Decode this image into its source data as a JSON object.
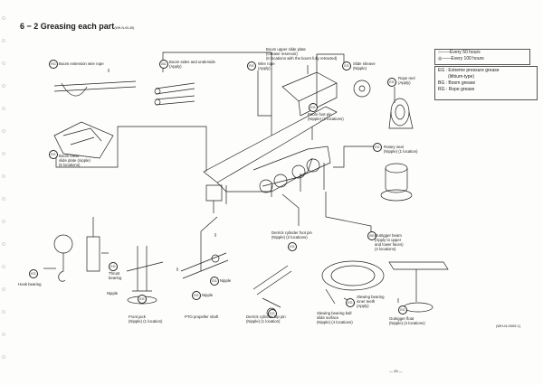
{
  "header": {
    "title": "6 − 2  Greasing each part",
    "subtitle": "(WH-N-00-45)"
  },
  "legend": {
    "schedule": [
      "○——Every 50 hours",
      "◎——Every 100 hours"
    ],
    "grease": [
      "EG : Extreme pressure grease",
      "        (lithium-type)",
      "BG : Boom grease",
      "RG : Rope grease"
    ]
  },
  "callouts": {
    "c1": {
      "tag": "RG",
      "text": "Boom extension wire rope"
    },
    "c2": {
      "tag": "BG",
      "text": "Boom sides and underside\n(Apply)"
    },
    "c3": {
      "tag": "",
      "text": "Boom upper slide plate\n(Grease reservoir)\n(6 locations with the boom fully retracted)"
    },
    "c4": {
      "tag": "RG",
      "text": "Wire rope\n(Apply)"
    },
    "c5": {
      "tag": "EG",
      "text": "Slide sheave\n(Nipple)"
    },
    "c6": {
      "tag": "EG",
      "text": "Rope reel\n(Apply)"
    },
    "c7": {
      "tag": "EG",
      "text": "Boom foot pin\n(Nipple) (2 locations)"
    },
    "c8": {
      "tag": "EG",
      "text": "Boom lower\nslide plate (nipple)\n(6 locations)"
    },
    "c9": {
      "tag": "EG",
      "text": "Rotary seal\n(Nipple) (1 location)"
    },
    "c10": {
      "tag": "EG",
      "text": "Derrick cylinder foot pin\n(Nipple) (2 locations)"
    },
    "c11": {
      "tag": "BG",
      "text": "Outrigger beam\n(Apply to upper\nand lower faces)\n(4 locations)"
    },
    "c12": {
      "tag": "EG",
      "text": "Hook bearing"
    },
    "c13": {
      "tag": "EG",
      "text": "Thrust\nbearing"
    },
    "c14": {
      "tag": "",
      "text": "Nipple"
    },
    "c15": {
      "tag": "EG",
      "text": "Nipple"
    },
    "c16": {
      "tag": "EG",
      "text": "Nipple"
    },
    "c17": {
      "tag": "EG",
      "text": "Slewing bearing\ninner teeth\n(Apply)"
    },
    "c18": {
      "tag": "EG",
      "text": ""
    },
    "c19": {
      "tag": "EG",
      "text": ""
    },
    "c20": {
      "tag": "EG",
      "text": ""
    }
  },
  "captions": {
    "front_jack": "Front jack\n(Nipple) (1 location)",
    "pto": "PTO propeller shaft",
    "derrick_top": "Derrick cylinder top pin\n(Nipple) (1 location)",
    "slewing_ball": "Slewing bearing ball\nslide surface\n(Nipple) (4 locations)",
    "outrigger_float": "Outrigger float\n(Nipple) (4 locations)"
  },
  "footer": {
    "code": "(WH-N-0005 1)",
    "page": "— 25 —"
  }
}
